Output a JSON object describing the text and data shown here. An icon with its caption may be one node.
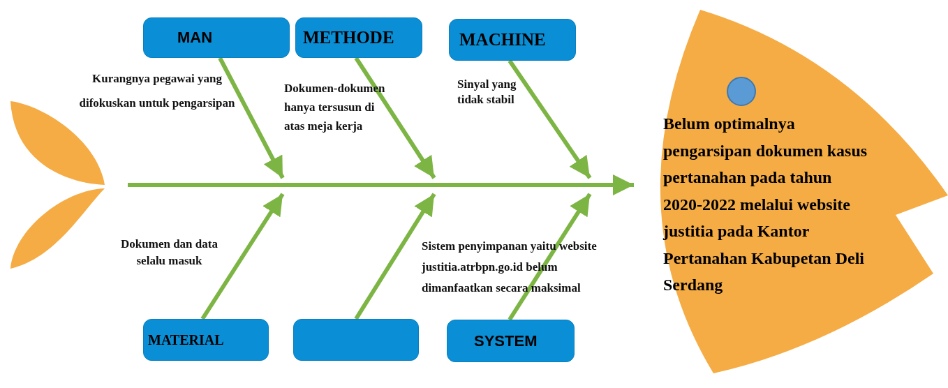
{
  "diagram": {
    "nodes": [
      {
        "text": [
          "MAN"
        ]
      },
      {
        "text": [
          "METHODE"
        ]
      },
      {
        "text": [
          "MACHINE"
        ]
      },
      {
        "text": [
          "MATERIAL"
        ]
      },
      {
        "text": [],
        "shape": "box"
      },
      {
        "text": [
          "SYSTEM"
        ]
      },
      {
        "text": [
          "Belum optimalnya pengarsipan dokumen kasus pertanahan pada tahun 2020-2022 melalui website justitia pada Kantor Pertanahan Kabupetan Deli Serdang"
        ]
      },
      {
        "text": [],
        "shape": "circle",
        "in": 6
      }
    ],
    "edges": [
      {
        "from": 0,
        "to": null,
        "arrow": "to"
      },
      {
        "from": 1,
        "to": null,
        "arrow": "to"
      },
      {
        "from": 2,
        "to": null,
        "arrow": "to"
      },
      {
        "from": 3,
        "to": null,
        "arrow": "to"
      },
      {
        "from": 4,
        "to": null,
        "arrow": "to"
      },
      {
        "from": 5,
        "to": null,
        "arrow": "to"
      },
      {
        "from": null,
        "to": 6,
        "arrow": "to"
      }
    ],
    "labels": [
      "Kurangnya pegawai yang difokuskan untuk pengarsipan",
      "Dokumen-dokumen hanya tersusun di atas meja kerja",
      "Sinyal yang tidak stabil",
      "Dokumen dan data selalu masuk",
      "Sistem penyimpanan yaitu website justitia.atrbpn.go.id belum dimanfaatkan secara maksimal"
    ]
  }
}
